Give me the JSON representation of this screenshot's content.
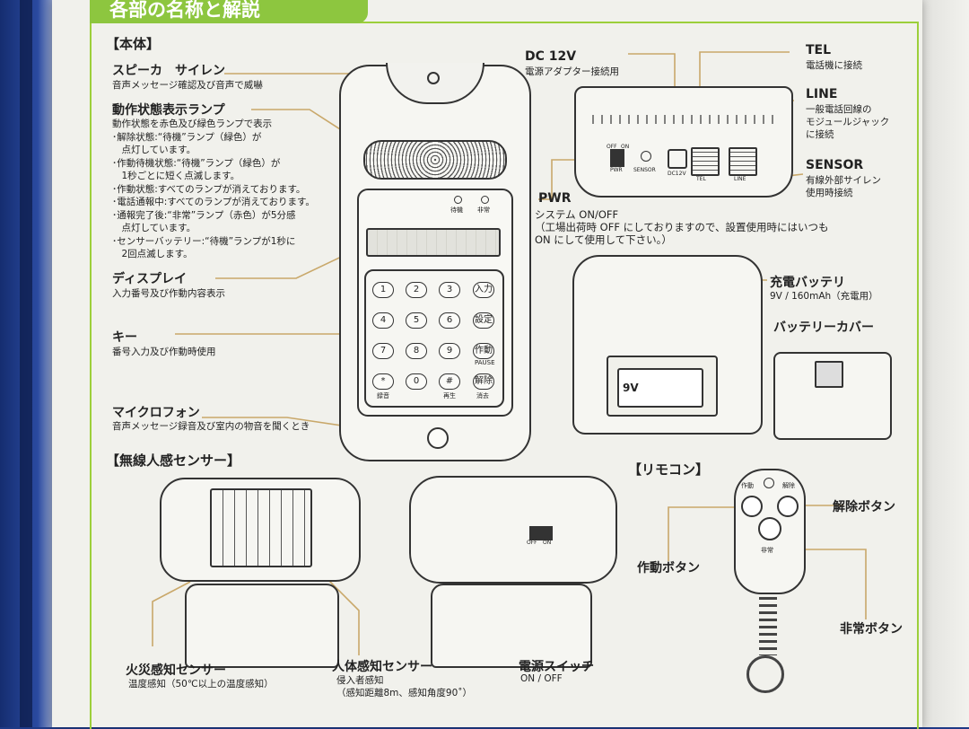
{
  "header": {
    "title": "各部の名称と解説"
  },
  "sections": {
    "main_unit": "【本体】",
    "sensor": "【無線人感センサー】",
    "remote": "【リモコン】"
  },
  "main_unit": {
    "speaker": {
      "title": "スピーカ　サイレン",
      "desc": "音声メッセージ確認及び音声で威嚇"
    },
    "status_lamp": {
      "title": "動作状態表示ランプ",
      "lines": [
        "動作状態を赤色及び緑色ランプで表示",
        "･解除状態:“待機”ランプ（緑色）が",
        "　点灯しています。",
        "･作動待機状態:“待機”ランプ（緑色）が",
        "　1秒ごとに短く点滅します。",
        "･作動状態:すべてのランプが消えております。",
        "･電話通報中:すべてのランプが消えております。",
        "･通報完了後:“非常”ランプ（赤色）が5分感",
        "　点灯しています。",
        "･センサーバッテリー:“待機”ランプが1秒に",
        "　2回点滅します。"
      ]
    },
    "display": {
      "title": "ディスプレイ",
      "desc": "入力番号及び作動内容表示"
    },
    "keys": {
      "title": "キー",
      "desc": "番号入力及び作動時使用"
    },
    "mic": {
      "title": "マイクロフォン",
      "desc": "音声メッセージ録音及び室内の物音を聞くとき"
    },
    "lamp_labels": [
      "待機",
      "非常"
    ],
    "keypad": [
      [
        "1",
        "2",
        "3",
        "入力"
      ],
      [
        "4",
        "5",
        "6",
        "設定"
      ],
      [
        "7",
        "8",
        "9",
        "作動"
      ],
      [
        "*",
        "0",
        "#",
        "解除"
      ]
    ],
    "key_captions": {
      "pause": "PAUSE",
      "rec": "録音",
      "play": "再生",
      "erase": "消去"
    }
  },
  "back_panel": {
    "dc": {
      "title": "DC 12V",
      "desc": "電源アダプター接続用"
    },
    "tel": {
      "title": "TEL",
      "desc": "電話機に接続"
    },
    "line": {
      "title": "LINE",
      "desc_lines": [
        "一般電話回線の",
        "モジュールジャック",
        "に接続"
      ]
    },
    "sensor": {
      "title": "SENSOR",
      "desc_lines": [
        "有線外部サイレン",
        "使用時接続"
      ]
    },
    "pwr": {
      "title": "PWR",
      "desc_lines": [
        "システム ON/OFF",
        "（工場出荷時 OFF にしておりますので、設置使用時にはいつも",
        "ON にして使用して下さい。）"
      ]
    },
    "port_labels": {
      "off": "OFF",
      "on": "ON",
      "pwr": "PWR",
      "sensor": "SENSOR",
      "dc": "DC12V",
      "tel": "TEL",
      "line": "LINE"
    },
    "battery": {
      "title": "充電バッテリ",
      "desc": "9V / 160mAh（充電用）",
      "label": "9V"
    },
    "battery_cover": {
      "title": "バッテリーカバー"
    }
  },
  "sensor_section": {
    "fire": {
      "title": "火災感知センサー",
      "desc": "温度感知（50℃以上の温度感知）"
    },
    "human": {
      "title": "人体感知センサー",
      "desc_lines": [
        "侵入者感知",
        "（感知距離8m、感知角度90˚）"
      ]
    },
    "power_switch": {
      "title": "電源スイッチ",
      "desc": "ON / OFF",
      "off": "OFF",
      "on": "ON"
    }
  },
  "remote": {
    "disarm_button": "解除ボタン",
    "arm_button": "作動ボタン",
    "panic_button": "非常ボタン",
    "labels": {
      "arm": "作動",
      "disarm": "解除",
      "panic": "非常"
    }
  }
}
